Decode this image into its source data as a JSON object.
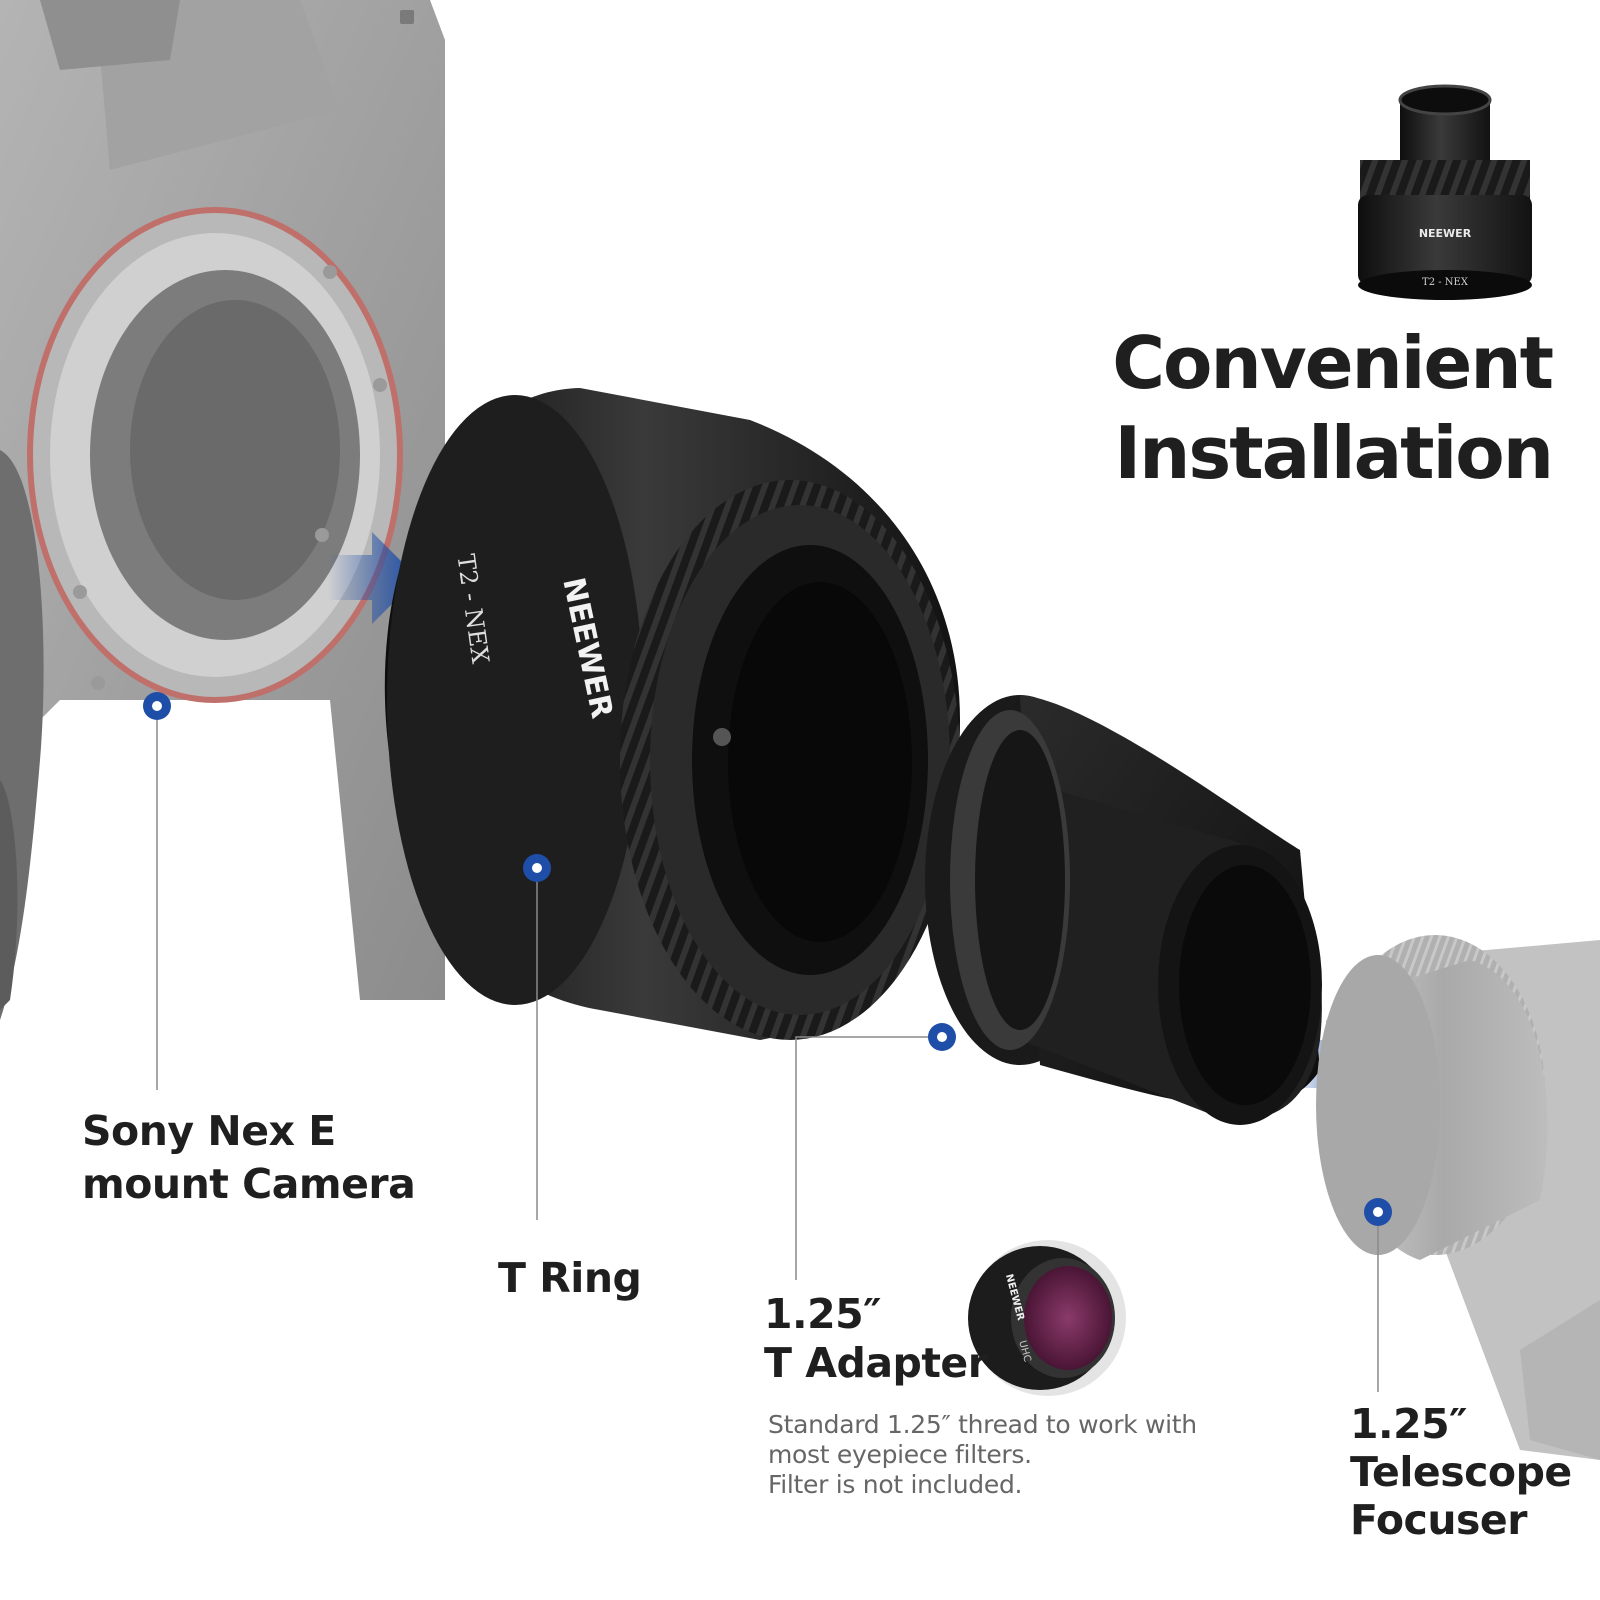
{
  "headline": {
    "line1": "Convenient",
    "line2": "Installation"
  },
  "labels": {
    "camera": {
      "line1": "Sony Nex E",
      "line2": "mount Camera"
    },
    "t_ring": "T Ring",
    "t_adapter": {
      "line1": "1.25″",
      "line2": "T Adapter"
    },
    "focuser": {
      "line1": "1.25″",
      "line2": "Telescope",
      "line3": "Focuser"
    }
  },
  "note": {
    "line1": "Standard 1.25″ thread to work with",
    "line2": "most eyepiece filters.",
    "line3": "Filter is not included."
  },
  "product_text": {
    "brand": "NEEWER",
    "model": "T2 - NEX",
    "filter_brand": "NEEWER",
    "filter_type": "UHC"
  },
  "colors": {
    "accent_blue": "#1f4ea8",
    "text_dark": "#1f1f1f",
    "note_gray": "#666666",
    "metal_black": "#151515",
    "camera_gray": "#9a9a9a"
  }
}
